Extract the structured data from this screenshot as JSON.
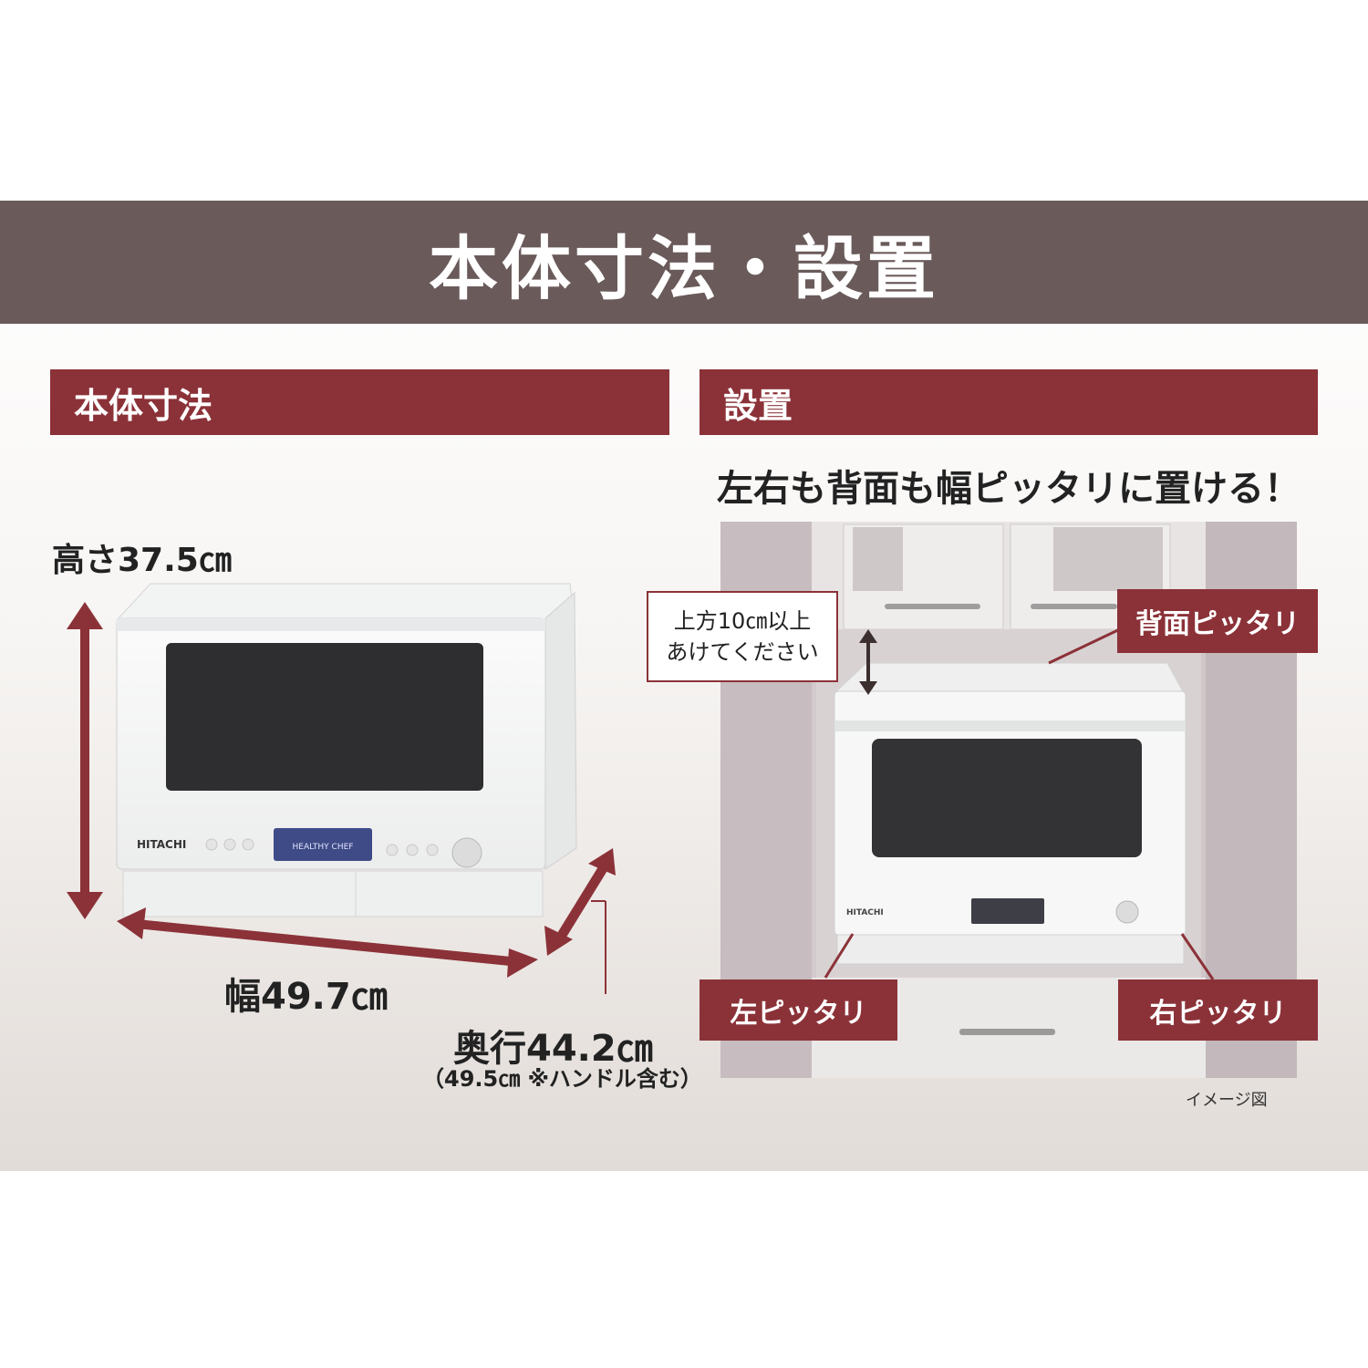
{
  "title": "本体寸法・設置",
  "dimensions_section": {
    "heading": "本体寸法",
    "height_label": "高さ37.5㎝",
    "width_label": "幅49.7㎝",
    "depth_label": "奥行44.2㎝",
    "depth_note": "（49.5㎝ ※ハンドル含む）"
  },
  "installation_section": {
    "heading": "設置",
    "headline": "左右も背面も幅ピッタリに置ける！",
    "top_clearance_line1": "上方10㎝以上",
    "top_clearance_line2": "あけてください",
    "back_label": "背面ピッタリ",
    "left_label": "左ピッタリ",
    "right_label": "右ピッタリ",
    "caption": "イメージ図"
  },
  "product": {
    "brand": "HITACHI",
    "display_text": "HEALTHY CHEF"
  },
  "colors": {
    "banner": "#6a5a5a",
    "accent": "#8b3238"
  }
}
